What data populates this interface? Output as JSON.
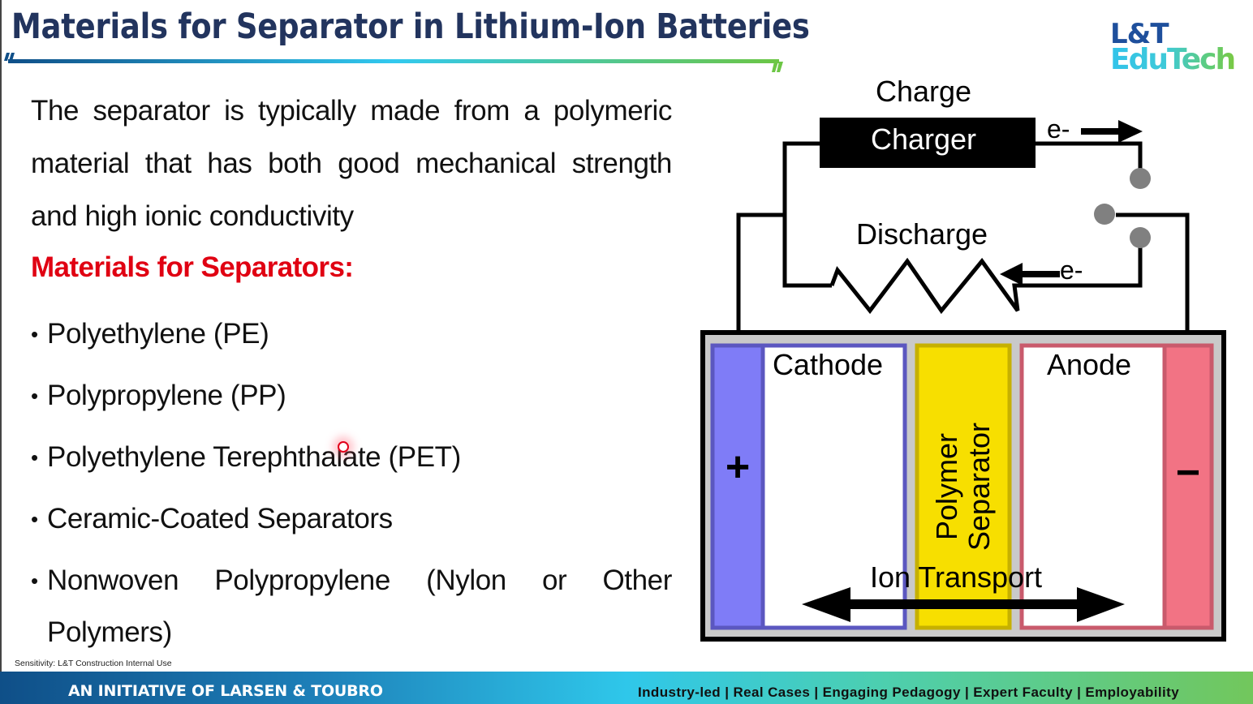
{
  "slide": {
    "title": "Materials for Separator in Lithium-Ion Batteries",
    "logo": {
      "line1": "L&T",
      "line2": "EduTech"
    },
    "intro": "The separator is typically made from a polymeric material that has both good mechanical strength and high ionic conductivity",
    "subheading": "Materials for Separators:",
    "bullet_glyph": "•",
    "bullets": [
      "Polyethylene (PE)",
      "Polypropylene (PP)",
      "Polyethylene Terephthalate (PET)",
      "Ceramic-Coated Separators",
      "Nonwoven Polypropylene (Nylon or Other Polymers)"
    ]
  },
  "diagram": {
    "charge_label": "Charge",
    "charger_label": "Charger",
    "discharge_label": "Discharge",
    "electron_label_top": "e-",
    "electron_label_bottom": "e-",
    "cathode_label": "Cathode",
    "anode_label": "Anode",
    "separator_line1": "Polymer",
    "separator_line2": "Separator",
    "plus_sign": "+",
    "minus_sign": "−",
    "ion_transport_label": "Ion Transport",
    "colors": {
      "cathode_current": "#7f7cf7",
      "cathode_border": "#5b57c0",
      "separator_fill": "#f7df00",
      "separator_border": "#c6b000",
      "anode_current": "#f27384",
      "anode_border": "#c95a6c",
      "casing": "#c9c9c9",
      "switch_node": "#808080"
    }
  },
  "footer": {
    "initiative": "AN INITIATIVE OF LARSEN & TOUBRO",
    "tagline": "Industry-led | Real Cases | Engaging Pedagogy | Expert Faculty | Employability",
    "sensitivity": "Sensitivity: L&T Construction Internal Use"
  },
  "theme": {
    "title_color": "#22345e",
    "accent_red": "#e00012",
    "rule_gradient": [
      "#0f4f88",
      "#32c9ef",
      "#6cc644"
    ]
  }
}
